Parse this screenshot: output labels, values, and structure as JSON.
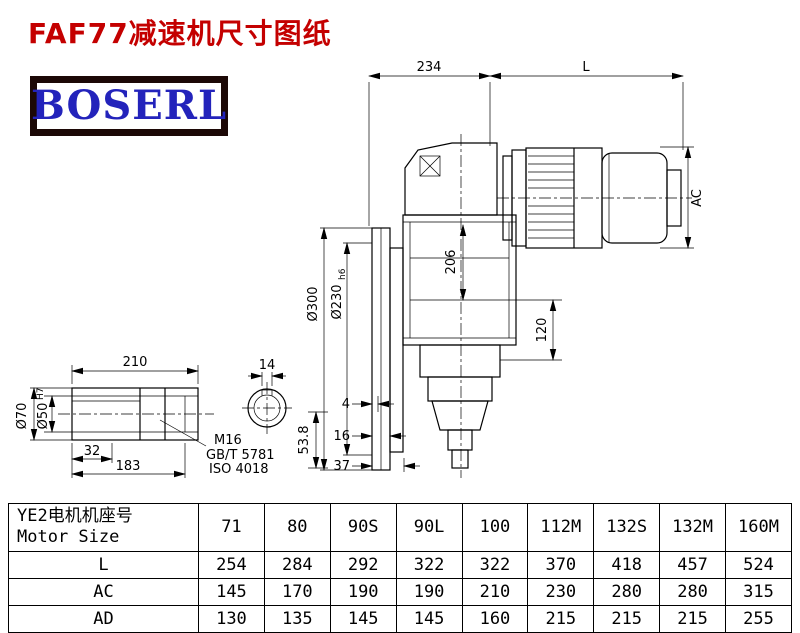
{
  "page": {
    "title": "FAF77减速机尺寸图纸",
    "logo_text": "BOSERL"
  },
  "colors": {
    "title_red": "#c40000",
    "logo_blue": "#2323bb",
    "logo_border": "#1c0806",
    "line_black": "#000000"
  },
  "drawing": {
    "dim_234": "234",
    "dim_L": "L",
    "dim_AC": "AC",
    "dim_206": "206",
    "dim_120": "120",
    "dim_300": "Ø300",
    "dim_230": "Ø230",
    "dim_230_suffix": "h6",
    "dim_210": "210",
    "dim_14": "14",
    "dim_32": "32",
    "dim_183": "183",
    "dim_70": "Ø70",
    "dim_50": "Ø50",
    "dim_50_suffix": "H7",
    "label_m16": "M16",
    "label_gb": "GB/T 5781",
    "label_iso": "ISO 4018",
    "dim_4": "4",
    "dim_16": "16",
    "dim_37": "37",
    "dim_53_8": "53.8"
  },
  "table": {
    "header_cn": "YE2电机机座号",
    "header_en": "Motor Size",
    "columns": [
      "71",
      "80",
      "90S",
      "90L",
      "100",
      "112M",
      "132S",
      "132M",
      "160M"
    ],
    "rows": [
      {
        "label": "L",
        "values": [
          "254",
          "284",
          "292",
          "322",
          "322",
          "370",
          "418",
          "457",
          "524"
        ]
      },
      {
        "label": "AC",
        "values": [
          "145",
          "170",
          "190",
          "190",
          "210",
          "230",
          "280",
          "280",
          "315"
        ]
      },
      {
        "label": "AD",
        "values": [
          "130",
          "135",
          "145",
          "145",
          "160",
          "215",
          "215",
          "215",
          "255"
        ]
      }
    ]
  }
}
